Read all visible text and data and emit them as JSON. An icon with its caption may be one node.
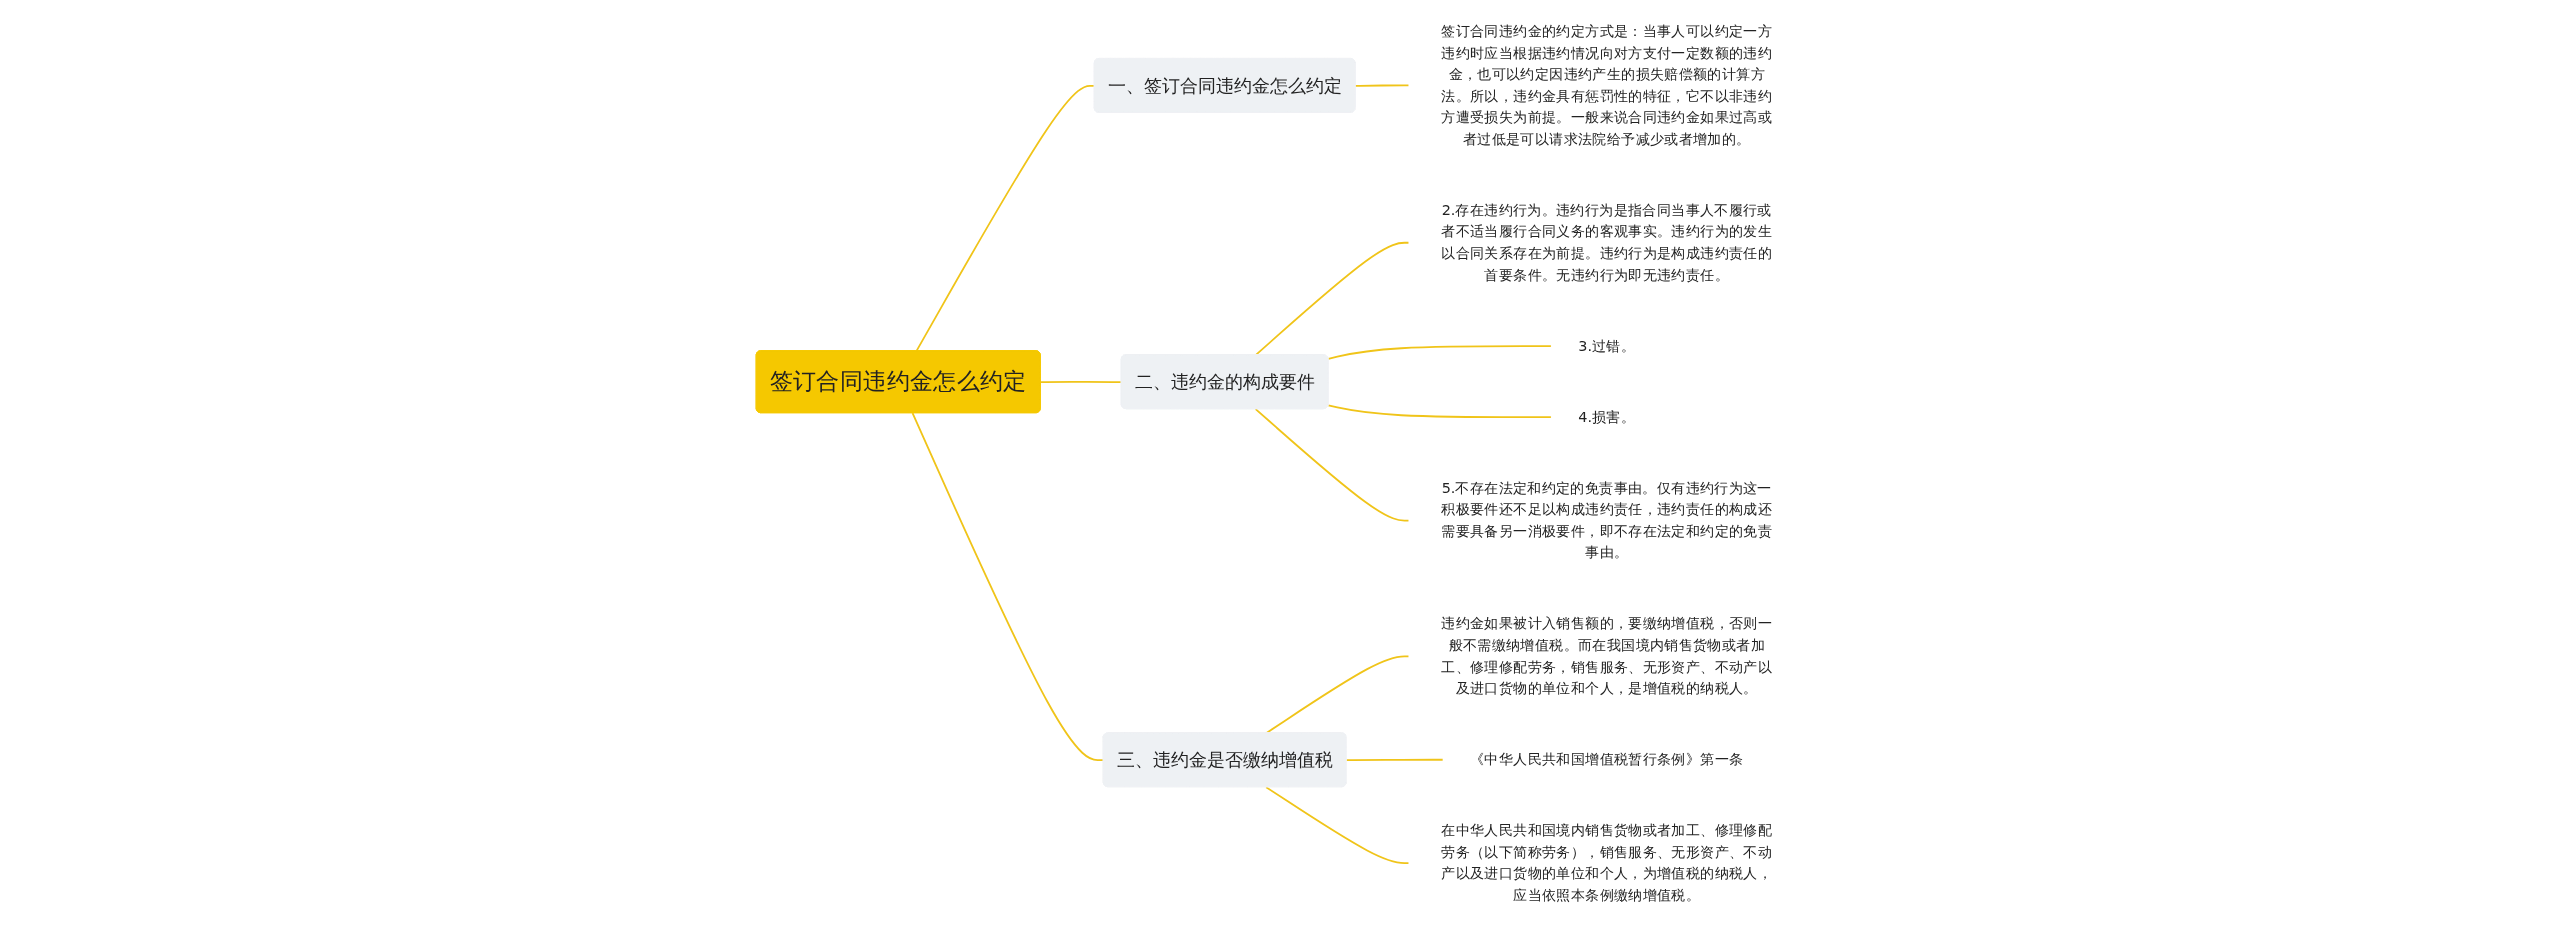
{
  "diagram": {
    "nodes": [
      {
        "text": [
          "签订合同违约金怎么约定"
        ]
      },
      {
        "text": [
          "一、签订合同违约金怎么约定"
        ]
      },
      {
        "text": [
          "签订合同违约金的约定方式是：当事人可以约定一方违约时应当根据违约情况向对方支付一定数额的违约金，也可以约定因违约产生的损失赔偿额的计算方法。所以，违约金具有惩罚性的特征，它不以非违约方遭受损失为前提。一般来说合同违约金如果过高或者过低是可以请求法院给予减少或者增加的。"
        ]
      },
      {
        "text": [
          "二、违约金的构成要件"
        ]
      },
      {
        "text": [
          "2.存在违约行为。违约行为是指合同当事人不履行或者不适当履行合同义务的客观事实。违约行为的发生以合同关系存在为前提。违约行为是构成违约责任的首要条件。无违约行为即无违约责任。"
        ]
      },
      {
        "text": [
          "3.过错。"
        ]
      },
      {
        "text": [
          "4.损害。"
        ]
      },
      {
        "text": [
          "5.不存在法定和约定的免责事由。仅有违约行为这一积极要件还不足以构成违约责任，违约责任的构成还需要具备另一消极要件，即不存在法定和约定的免责事由。"
        ]
      },
      {
        "text": [
          "三、违约金是否缴纳增值税"
        ]
      },
      {
        "text": [
          "违约金如果被计入销售额的，要缴纳增值税，否则一般不需缴纳增值税。而在我国境内销售货物或者加工、修理修配劳务，销售服务、无形资产、不动产以及进口货物的单位和个人，是增值税的纳税人。"
        ]
      },
      {
        "text": [
          "《中华人民共和国增值税暂行条例》第一条"
        ]
      },
      {
        "text": [
          "在中华人民共和国境内销售货物或者加工、修理修配劳务（以下简称劳务），销售服务、无形资产、不动产以及进口货物的单位和个人，为增值税的纳税人，应当依照本条例缴纳增值税。"
        ]
      }
    ],
    "edges": [
      {
        "from": 0,
        "to": 1,
        "arrow": "none"
      },
      {
        "from": 1,
        "to": 2,
        "arrow": "none"
      },
      {
        "from": 0,
        "to": 3,
        "arrow": "none"
      },
      {
        "from": 3,
        "to": 4,
        "arrow": "none"
      },
      {
        "from": 3,
        "to": 5,
        "arrow": "none"
      },
      {
        "from": 3,
        "to": 6,
        "arrow": "none"
      },
      {
        "from": 3,
        "to": 7,
        "arrow": "none"
      },
      {
        "from": 0,
        "to": 8,
        "arrow": "none"
      },
      {
        "from": 8,
        "to": 9,
        "arrow": "none"
      },
      {
        "from": 8,
        "to": 10,
        "arrow": "none"
      },
      {
        "from": 8,
        "to": 11,
        "arrow": "none"
      }
    ]
  }
}
